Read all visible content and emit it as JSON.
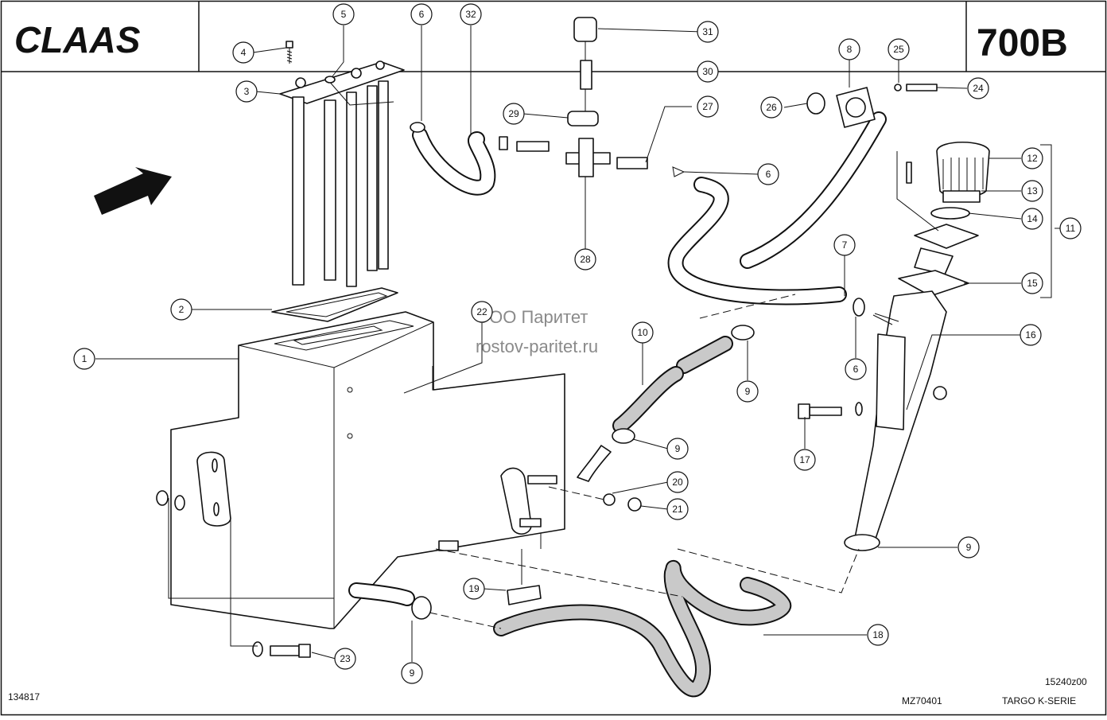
{
  "header": {
    "brand": "CLAAS",
    "model": "700B"
  },
  "footer": {
    "left_code": "134817",
    "drawing_code": "MZ70401",
    "series": "TARGO K-SERIE",
    "ref_code": "15240z00"
  },
  "watermark": {
    "line1": "ООО Паритет",
    "line2": "rostov-paritet.ru"
  },
  "callouts": [
    "1",
    "2",
    "3",
    "4",
    "5",
    "6",
    "6",
    "6",
    "7",
    "8",
    "9",
    "9",
    "9",
    "9",
    "10",
    "11",
    "12",
    "13",
    "14",
    "15",
    "16",
    "17",
    "18",
    "19",
    "20",
    "21",
    "22",
    "23",
    "24",
    "25",
    "26",
    "27",
    "28",
    "29",
    "30",
    "31",
    "32"
  ]
}
